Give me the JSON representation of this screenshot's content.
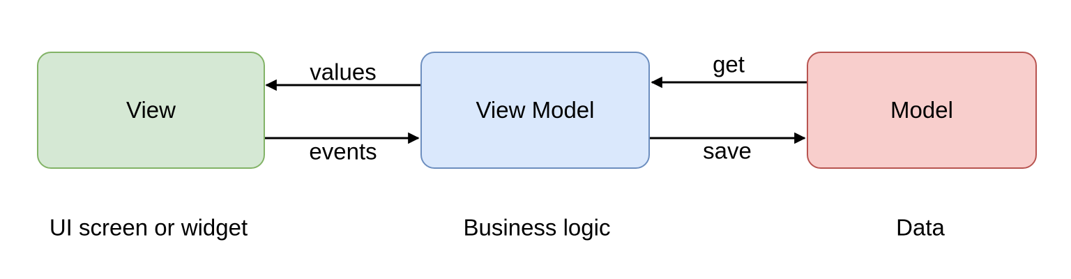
{
  "diagram": {
    "background": "#ffffff",
    "text_color": "#000000",
    "edge_color": "#000000",
    "nodes": [
      {
        "label": "View",
        "caption": "UI screen or widget",
        "fill": "#d5e8d4",
        "stroke": "#82b366"
      },
      {
        "label": "View Model",
        "caption": "Business logic",
        "fill": "#dae8fc",
        "stroke": "#6c8ebf"
      },
      {
        "label": "Model",
        "caption": "Data",
        "fill": "#f8cecc",
        "stroke": "#b85450"
      }
    ],
    "edges": [
      {
        "label": "values",
        "from": "View Model",
        "to": "View"
      },
      {
        "label": "events",
        "from": "View",
        "to": "View Model"
      },
      {
        "label": "get",
        "from": "Model",
        "to": "View Model"
      },
      {
        "label": "save",
        "from": "View Model",
        "to": "Model"
      }
    ]
  }
}
